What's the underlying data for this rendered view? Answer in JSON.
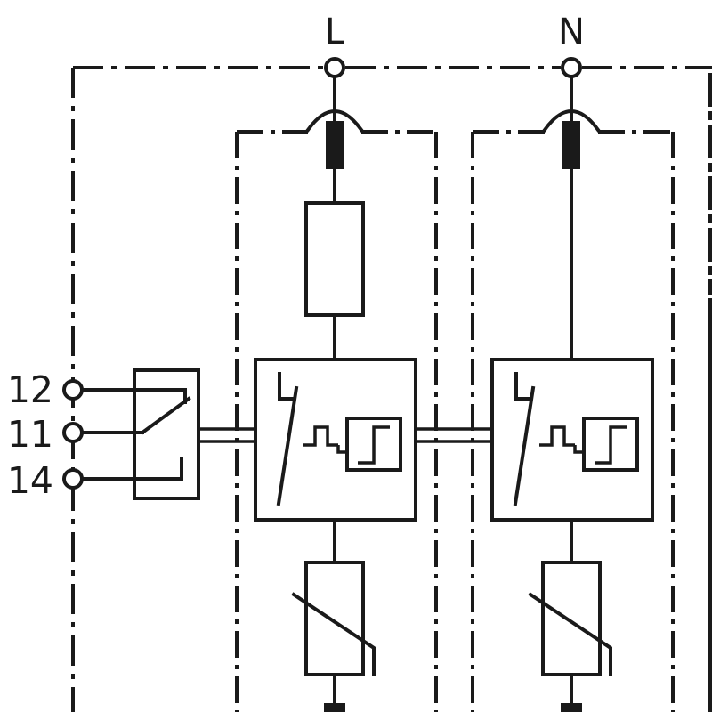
{
  "diagram": {
    "terminals_top": {
      "line": "L",
      "neutral": "N"
    },
    "terminals_side": {
      "t12": "12",
      "t11": "11",
      "t14": "14"
    }
  },
  "colors": {
    "line": "#1a1a1a",
    "background": "#ffffff"
  },
  "icons": [
    "terminal-circle",
    "fuse",
    "varistor",
    "thermal-disconnector",
    "remote-contact-switch"
  ]
}
